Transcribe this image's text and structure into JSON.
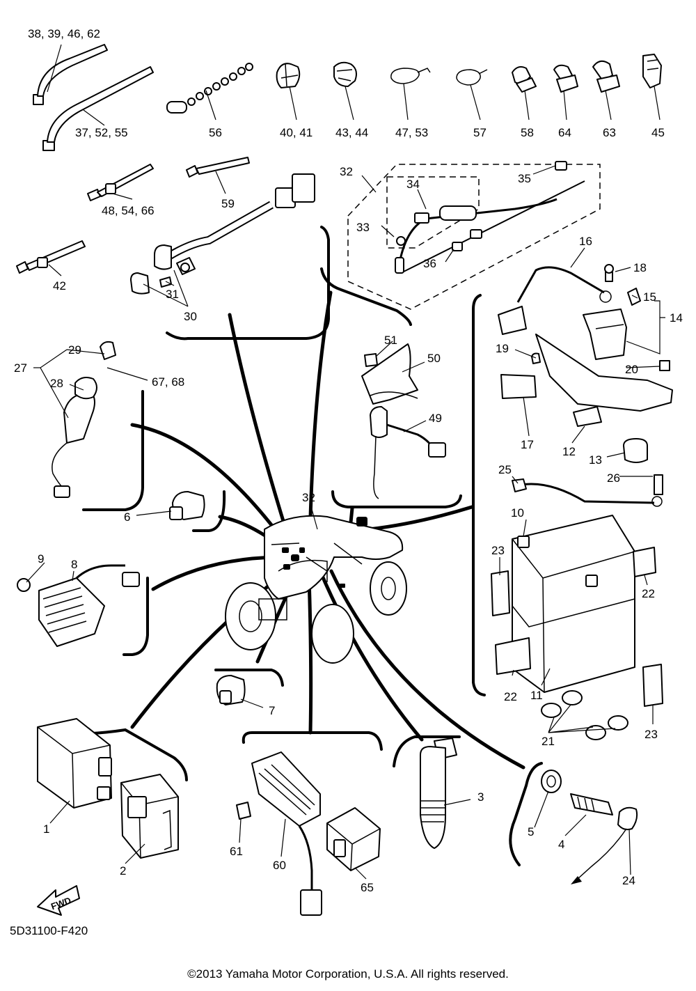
{
  "diagram": {
    "code": "5D31100-F420",
    "copyright": "©2013 Yamaha Motor Corporation, U.S.A. All rights reserved.",
    "fwd_label": "FWD",
    "callouts": [
      {
        "id": "c-38-39-46-62",
        "text": "38, 39, 46, 62"
      },
      {
        "id": "c-37-52-55",
        "text": "37, 52, 55"
      },
      {
        "id": "c-56",
        "text": "56"
      },
      {
        "id": "c-40-41",
        "text": "40, 41"
      },
      {
        "id": "c-43-44",
        "text": "43, 44"
      },
      {
        "id": "c-47-53",
        "text": "47,  53"
      },
      {
        "id": "c-57",
        "text": "57"
      },
      {
        "id": "c-58",
        "text": "58"
      },
      {
        "id": "c-64",
        "text": "64"
      },
      {
        "id": "c-63",
        "text": "63"
      },
      {
        "id": "c-45",
        "text": "45"
      },
      {
        "id": "c-48-54-66",
        "text": "48, 54, 66"
      },
      {
        "id": "c-59",
        "text": "59"
      },
      {
        "id": "c-42",
        "text": "42"
      },
      {
        "id": "c-31",
        "text": "31"
      },
      {
        "id": "c-30",
        "text": "30"
      },
      {
        "id": "c-32-top",
        "text": "32"
      },
      {
        "id": "c-33",
        "text": "33"
      },
      {
        "id": "c-34",
        "text": "34"
      },
      {
        "id": "c-35",
        "text": "35"
      },
      {
        "id": "c-36",
        "text": "36"
      },
      {
        "id": "c-16",
        "text": "16"
      },
      {
        "id": "c-18",
        "text": "18"
      },
      {
        "id": "c-15",
        "text": "15"
      },
      {
        "id": "c-14",
        "text": "14"
      },
      {
        "id": "c-19",
        "text": "19"
      },
      {
        "id": "c-20",
        "text": "20"
      },
      {
        "id": "c-17",
        "text": "17"
      },
      {
        "id": "c-12",
        "text": "12"
      },
      {
        "id": "c-13",
        "text": "13"
      },
      {
        "id": "c-29",
        "text": "29"
      },
      {
        "id": "c-27",
        "text": "27"
      },
      {
        "id": "c-28",
        "text": "28"
      },
      {
        "id": "c-67-68",
        "text": "67, 68"
      },
      {
        "id": "c-51",
        "text": "51"
      },
      {
        "id": "c-50",
        "text": "50"
      },
      {
        "id": "c-49",
        "text": "49"
      },
      {
        "id": "c-6",
        "text": "6"
      },
      {
        "id": "c-32-mid",
        "text": "32"
      },
      {
        "id": "c-25",
        "text": "25"
      },
      {
        "id": "c-26",
        "text": "26"
      },
      {
        "id": "c-10",
        "text": "10"
      },
      {
        "id": "c-9",
        "text": "9"
      },
      {
        "id": "c-8",
        "text": "8"
      },
      {
        "id": "c-23-left",
        "text": "23"
      },
      {
        "id": "c-22-right",
        "text": "22"
      },
      {
        "id": "c-22-bottom",
        "text": "22"
      },
      {
        "id": "c-11",
        "text": "11"
      },
      {
        "id": "c-21",
        "text": "21"
      },
      {
        "id": "c-23-right",
        "text": "23"
      },
      {
        "id": "c-7",
        "text": "7"
      },
      {
        "id": "c-3",
        "text": "3"
      },
      {
        "id": "c-1",
        "text": "1"
      },
      {
        "id": "c-2",
        "text": "2"
      },
      {
        "id": "c-61",
        "text": "61"
      },
      {
        "id": "c-60",
        "text": "60"
      },
      {
        "id": "c-65",
        "text": "65"
      },
      {
        "id": "c-5",
        "text": "5"
      },
      {
        "id": "c-4",
        "text": "4"
      },
      {
        "id": "c-24",
        "text": "24"
      }
    ]
  }
}
